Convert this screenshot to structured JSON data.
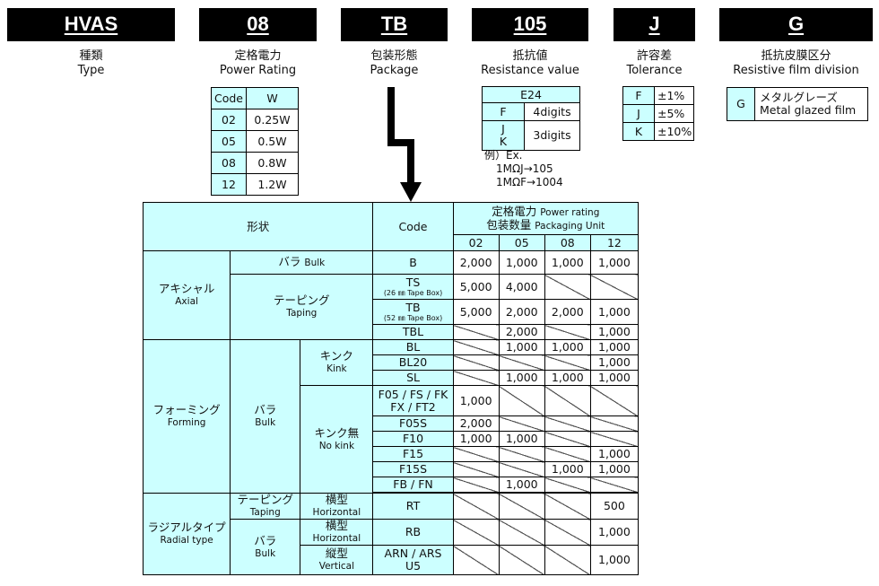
{
  "codes": [
    {
      "code": "HVAS",
      "label_ja": "種類",
      "label_en": "Type"
    },
    {
      "code": "08",
      "label_ja": "定格電力",
      "label_en": "Power Rating"
    },
    {
      "code": "TB",
      "label_ja": "包装形態",
      "label_en": "Package"
    },
    {
      "code": "105",
      "label_ja": "抵抗値",
      "label_en": "Resistance value"
    },
    {
      "code": "J",
      "label_ja": "許容差",
      "label_en": "Tolerance"
    },
    {
      "code": "G",
      "label_ja": "抵抗皮膜区分",
      "label_en": "Resistive film division"
    }
  ],
  "power_table": {
    "headers": [
      "Code",
      "W"
    ],
    "rows": [
      [
        "02",
        "0.25W"
      ],
      [
        "05",
        "0.5W"
      ],
      [
        "08",
        "0.8W"
      ],
      [
        "12",
        "1.2W"
      ]
    ]
  },
  "resistance_table": {
    "title": "E24",
    "rows": [
      {
        "code": "F",
        "desc": "4digits"
      },
      {
        "code": "J",
        "code2": "K",
        "desc": "3digits"
      }
    ],
    "example_label": "例）Ex.",
    "examples": [
      "1MΩJ→105",
      "1MΩF→1004"
    ]
  },
  "tolerance_table": {
    "rows": [
      [
        "F",
        "±1%"
      ],
      [
        "J",
        "±5%"
      ],
      [
        "K",
        "±10%"
      ]
    ]
  },
  "film_table": {
    "code": "G",
    "desc_ja": "メタルグレーズ",
    "desc_en": "Metal glazed film"
  },
  "main_table": {
    "header_shape": "形状",
    "header_code": "Code",
    "header_power_ja": "定格電力",
    "header_power_en": "Power rating",
    "header_pack_ja": "包装数量",
    "header_pack_en": "Packaging Unit",
    "power_cols": [
      "02",
      "05",
      "08",
      "12"
    ],
    "axial_ja": "アキシャル",
    "axial_en": "Axial",
    "bulk_ja": "バラ",
    "bulk_en": "Bulk",
    "taping_ja": "テーピング",
    "taping_en": "Taping",
    "forming_ja": "フォーミング",
    "forming_en": "Forming",
    "kink_ja": "キンク",
    "kink_en": "Kink",
    "nokink_ja": "キンク無",
    "nokink_en": "No kink",
    "radial_ja": "ラジアルタイプ",
    "radial_en": "Radial type",
    "horizontal_ja": "横型",
    "horizontal_en": "Horizontal",
    "vertical_ja": "縦型",
    "vertical_en": "Vertical",
    "code_b": "B",
    "code_ts": "TS",
    "code_ts_note": "(26 ㎜ Tape Box)",
    "code_tb": "TB",
    "code_tb_note": "(52 ㎜ Tape Box)",
    "code_tbl": "TBL",
    "code_bl": "BL",
    "code_bl20": "BL20",
    "code_sl": "SL",
    "code_f05": "F05 / FS / FK",
    "code_f05b": "FX / FT2",
    "code_f05s": "F05S",
    "code_f10": "F10",
    "code_f15": "F15",
    "code_f15s": "F15S",
    "code_fbfn": "FB / FN",
    "code_rt": "RT",
    "code_rb": "RB",
    "code_arn": "ARN / ARS",
    "code_arn2": "U5",
    "v": {
      "b": [
        "2,000",
        "1,000",
        "1,000",
        "1,000"
      ],
      "ts": [
        "5,000",
        "4,000"
      ],
      "tb": [
        "5,000",
        "2,000",
        "2,000",
        "1,000"
      ],
      "tbl_05": "2,000",
      "tbl_12": "1,000",
      "bl": [
        "1,000",
        "1,000",
        "1,000"
      ],
      "bl20_12": "1,000",
      "sl": [
        "1,000",
        "1,000",
        "1,000"
      ],
      "f05_02": "1,000",
      "f05s_02": "2,000",
      "f10": [
        "1,000",
        "1,000"
      ],
      "f15_12": "1,000",
      "f15s": [
        "1,000",
        "1,000"
      ],
      "fbfn_05": "1,000",
      "rt_12": "500",
      "rb_12": "1,000",
      "arn_12": "1,000"
    }
  }
}
